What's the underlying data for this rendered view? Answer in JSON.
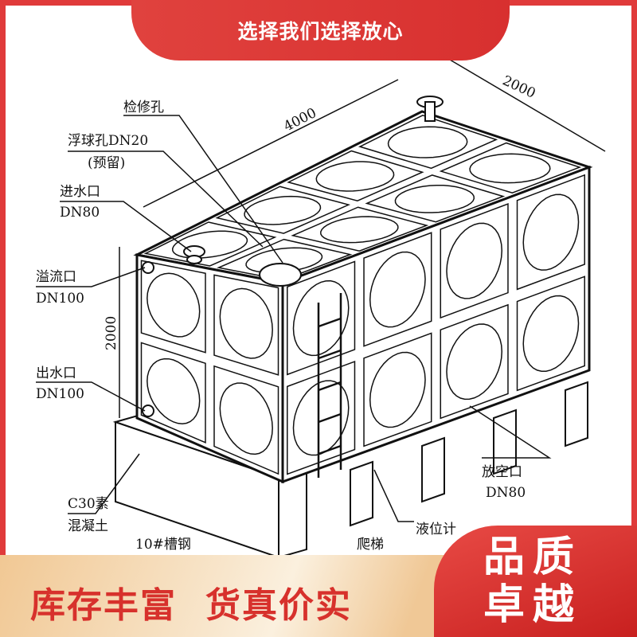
{
  "header": {
    "tagline": "选择我们选择放心"
  },
  "diagram": {
    "dim_length": "4000",
    "dim_width": "2000",
    "dim_height": "2000",
    "labels": {
      "manhole": "检修孔",
      "float_hole": "浮球孔DN20",
      "float_hole_note": "(预留)",
      "inlet": "进水口",
      "inlet_size": "DN80",
      "overflow": "溢流口",
      "overflow_size": "DN100",
      "outlet": "出水口",
      "outlet_size": "DN100",
      "concrete_1": "C30素",
      "concrete_2": "混凝土",
      "channel_steel": "10#槽钢",
      "ladder": "爬梯",
      "level_gauge": "液位计",
      "drain": "放空口",
      "drain_size": "DN80"
    }
  },
  "banner": {
    "left_1": "库存丰富",
    "left_2": "货真价实",
    "badge_1": "品质",
    "badge_2": "卓越"
  },
  "colors": {
    "brand_red": "#d7312c",
    "banner_beige": "#f1c894"
  }
}
